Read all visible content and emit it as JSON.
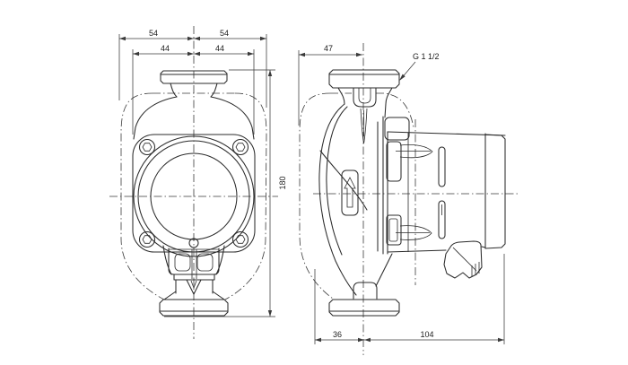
{
  "drawing": {
    "type": "pump-dimensional-drawing",
    "front_view": {
      "dim_width_left": "54",
      "dim_width_right": "54",
      "dim_flange_left": "44",
      "dim_flange_right": "44",
      "dim_port_to_port": "180"
    },
    "side_view": {
      "dim_center_to_front": "47",
      "thread_label": "G 1 1/2",
      "dim_center_to_housing_front": "36",
      "dim_center_to_motor_end": "104"
    },
    "colors": {
      "line": "#2b2b2b",
      "dimension": "#3a3a3a",
      "background": "#ffffff"
    }
  }
}
